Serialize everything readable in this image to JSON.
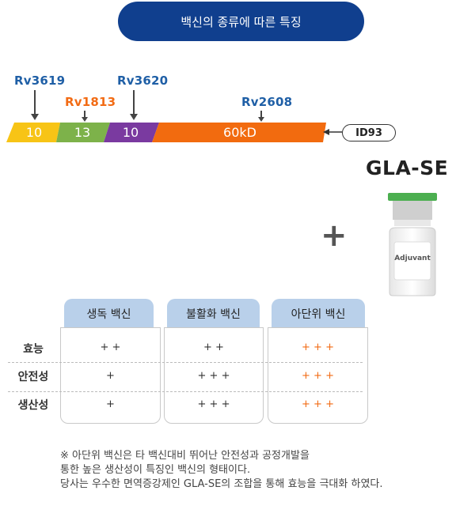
{
  "header": {
    "title": "백신의 종류에 따른 특징"
  },
  "antigen": {
    "labels": [
      {
        "text": "Rv3619",
        "color": "blue"
      },
      {
        "text": "Rv1813",
        "color": "orange"
      },
      {
        "text": "Rv3620",
        "color": "blue"
      },
      {
        "text": "Rv2608",
        "color": "blue"
      }
    ],
    "segments": [
      {
        "label": "10",
        "color": "#f7c416"
      },
      {
        "label": "13",
        "color": "#7db24a"
      },
      {
        "label": "10",
        "color": "#7a3aa0"
      },
      {
        "label": "60kD",
        "color": "#f26b0f"
      }
    ],
    "fusion_name": "ID93"
  },
  "adjuvant": {
    "title": "GLA-SE",
    "vial_label": "Adjuvant",
    "plus": "+"
  },
  "comparison": {
    "columns": [
      "생독 백신",
      "불활화 백신",
      "아단위 백신"
    ],
    "rows": [
      {
        "label": "효능",
        "values": [
          "+ +",
          "+ +",
          "+ + +"
        ]
      },
      {
        "label": "안전성",
        "values": [
          "+",
          "+ + +",
          "+ + +"
        ]
      },
      {
        "label": "생산성",
        "values": [
          "+",
          "+ + +",
          "+ + +"
        ]
      }
    ]
  },
  "note": {
    "lines": [
      "※ 아단위 백신은 타 백신대비 뛰어난 안전성과 공정개발을",
      "통한 높은 생산성이 특징인 백신의 형태이다.",
      "당사는 우수한 면역증강제인 GLA-SE의 조합을 통해 효능을 극대화 하였다."
    ]
  }
}
